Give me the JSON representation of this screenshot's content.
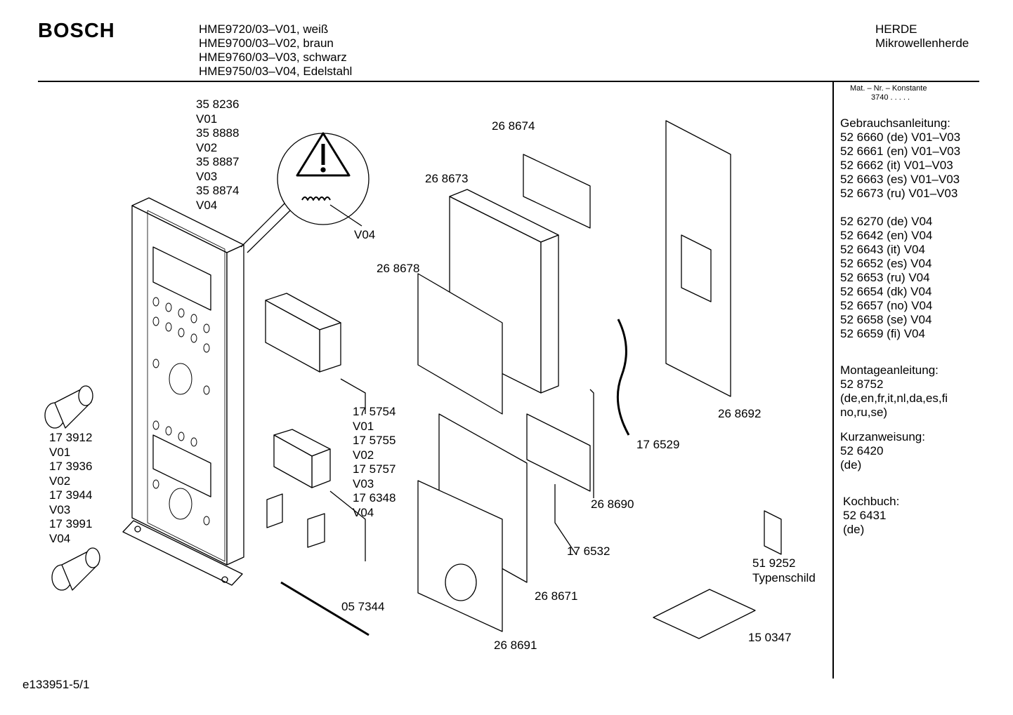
{
  "header": {
    "brand": "BOSCH",
    "models": [
      "HME9720/03–V01, weiß",
      "HME9700/03–V02, braun",
      "HME9760/03–V03, schwarz",
      "HME9750/03–V04, Edelstahl"
    ],
    "category": "HERDE",
    "subcategory": "Mikrowellenherde"
  },
  "sidebar": {
    "mat_label": "Mat. – Nr. – Konstante",
    "mat_value": "3740 . . . . .",
    "sections": [
      {
        "title": "Gebrauchsanleitung:",
        "lines": [
          "52 6660 (de) V01–V03",
          "52 6661 (en) V01–V03",
          "52 6662 (it)   V01–V03",
          "52 6663 (es) V01–V03",
          "52 6673 (ru) V01–V03",
          "",
          "52 6270 (de) V04",
          "52 6642 (en) V04",
          "52 6643 (it)  V04",
          "52 6652 (es) V04",
          "52 6653 (ru) V04",
          "52 6654 (dk) V04",
          "52 6657 (no) V04",
          "52 6658 (se) V04",
          "52 6659 (fi)   V04"
        ]
      },
      {
        "title": "Montageanleitung:",
        "lines": [
          "52 8752",
          "(de,en,fr,it,nl,da,es,fi",
          "no,ru,se)"
        ]
      },
      {
        "title": "Kurzanweisung:",
        "lines": [
          "52 6420",
          "(de)"
        ]
      },
      {
        "title": "Kochbuch:",
        "lines": [
          "52 6431",
          "(de)"
        ]
      }
    ]
  },
  "labels": {
    "panel_parts": [
      "35 8236",
      "V01",
      "35 8888",
      "V02",
      "35 8887",
      "V03",
      "35 8874",
      "V04"
    ],
    "spring_variant": "V04",
    "knob_parts": [
      "17 3912",
      "V01",
      "17 3936",
      "V02",
      "17 3944",
      "V03",
      "17 3991",
      "V04"
    ],
    "board_parts": [
      "17 5754",
      "V01",
      "17 5755",
      "V02",
      "17 5757",
      "V03",
      "17 6348",
      "V04"
    ],
    "p268674": "26 8674",
    "p268673": "26 8673",
    "p268678": "26 8678",
    "p268692": "26 8692",
    "p176529": "17 6529",
    "p268690": "26 8690",
    "p176532": "17 6532",
    "p268671": "26 8671",
    "p268691": "26 8691",
    "p057344": "05 7344",
    "p519252": "51 9252",
    "typenschild": "Typenschild",
    "p150347": "15 0347"
  },
  "footer": {
    "code": "e133951-5/1"
  }
}
